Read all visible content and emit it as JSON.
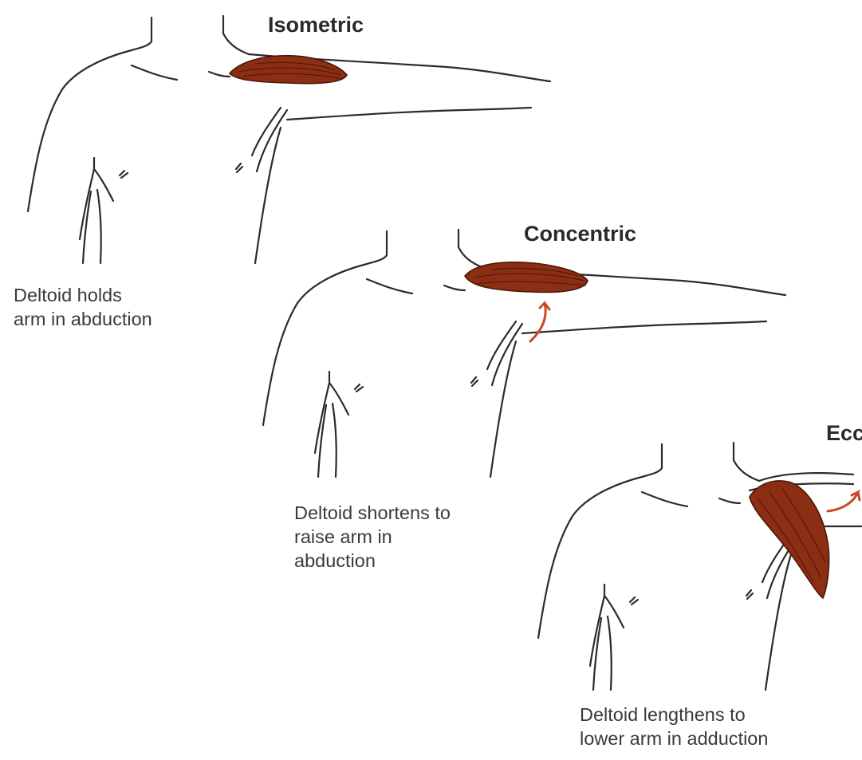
{
  "colors": {
    "muscle": "#8b2e14",
    "muscle_dark": "#4e1606",
    "arrow": "#c84a26",
    "line": "#2b2b2b"
  },
  "panels": [
    {
      "title": "Isometric",
      "caption_lines": [
        "Deltoid holds",
        "arm in abduction"
      ]
    },
    {
      "title": "Concentric",
      "caption_lines": [
        "Deltoid shortens to",
        "raise arm in",
        "abduction"
      ]
    },
    {
      "title": "Ecc",
      "caption_lines": [
        "Deltoid lengthens to",
        "lower arm in adduction"
      ]
    }
  ]
}
